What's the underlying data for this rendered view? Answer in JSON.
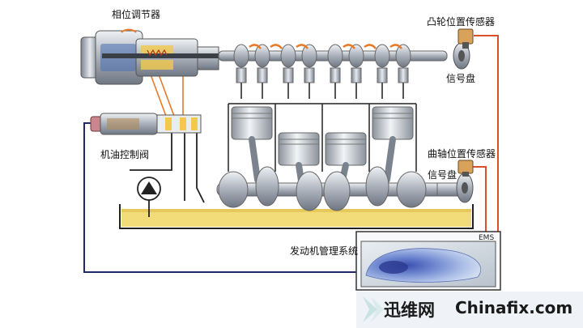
{
  "labels": {
    "phase_adjuster": "相位调节器",
    "cam_sensor": "凸轮位置传感器",
    "signal_disc_cam": "信号盘",
    "oil_control_valve": "机油控制阀",
    "crank_sensor": "曲轴位置传感器",
    "signal_disc_crank": "信号盘",
    "ems": "发动机管理系统",
    "ems_screen": "EMS"
  },
  "watermark": {
    "cn": "迅维网",
    "en": "Chinafix.com"
  },
  "colors": {
    "wire_red": "#d9502a",
    "wire_navy": "#1f2a6b",
    "oil": "#f2dc7a",
    "metal": "#b5bcc6",
    "arrow_orange": "#e87a2a",
    "watermark_green": "#4fb5a0"
  },
  "icons": {
    "watermark_logo": "arrow-chevron-icon"
  }
}
